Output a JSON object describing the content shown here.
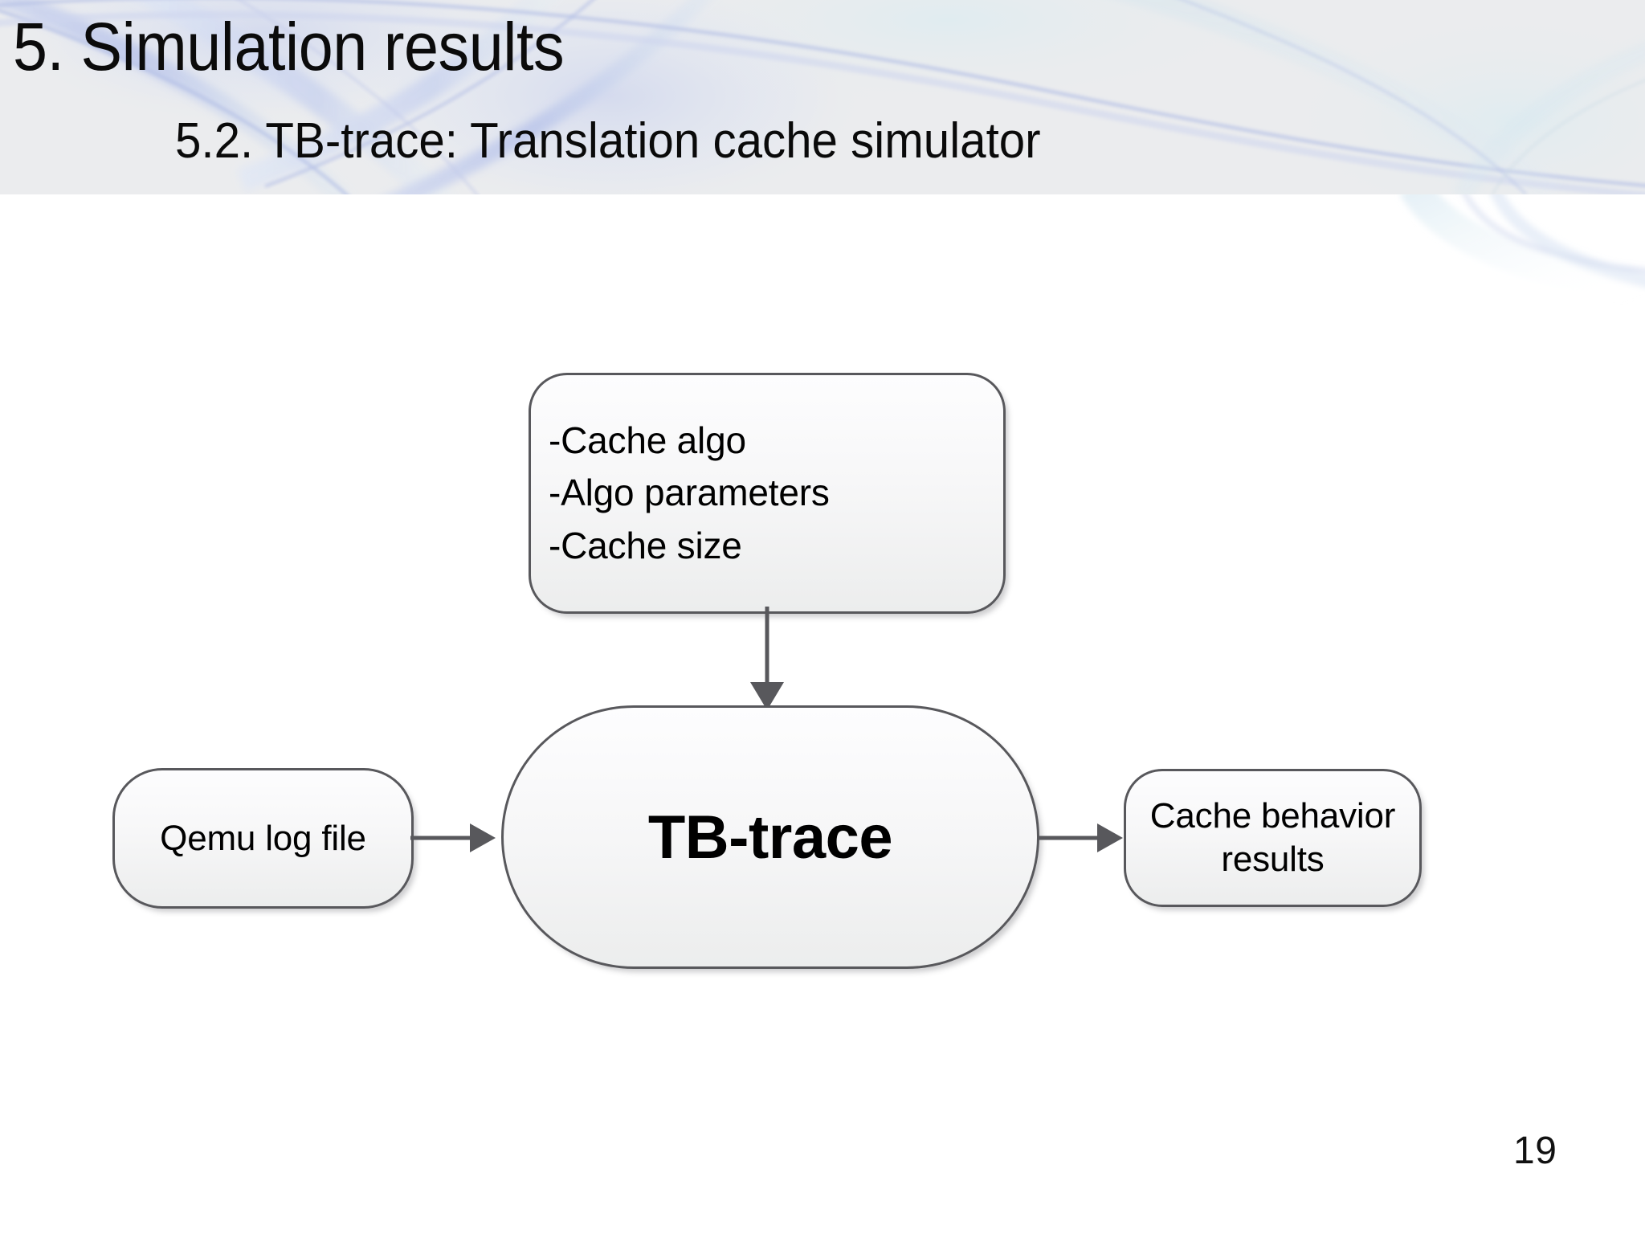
{
  "slide": {
    "title": "5. Simulation results",
    "subtitle": "5.2. TB-trace: Translation cache simulator",
    "page_number": "19",
    "header_bg": "#ebecee",
    "body_bg": "#ffffff",
    "wave_color": "#aab4e0"
  },
  "diagram": {
    "type": "flow",
    "nodes": {
      "params": {
        "lines": [
          "-Cache algo",
          "-Algo parameters",
          "-Cache size"
        ],
        "shape": "rounded-rect"
      },
      "tbtrace": {
        "label": "TB-trace",
        "shape": "stadium"
      },
      "qemu": {
        "label": "Qemu log file",
        "shape": "rounded-rect"
      },
      "results": {
        "lines": [
          "Cache behavior",
          "results"
        ],
        "shape": "rounded-rect"
      }
    },
    "edges": [
      {
        "from": "params",
        "to": "tbtrace",
        "direction": "down"
      },
      {
        "from": "qemu",
        "to": "tbtrace",
        "direction": "right"
      },
      {
        "from": "tbtrace",
        "to": "results",
        "direction": "right"
      }
    ],
    "node_border_color": "#58585c",
    "node_fill_top": "#fdfdfe",
    "node_fill_bottom": "#eceded",
    "arrow_color": "#58585c"
  }
}
